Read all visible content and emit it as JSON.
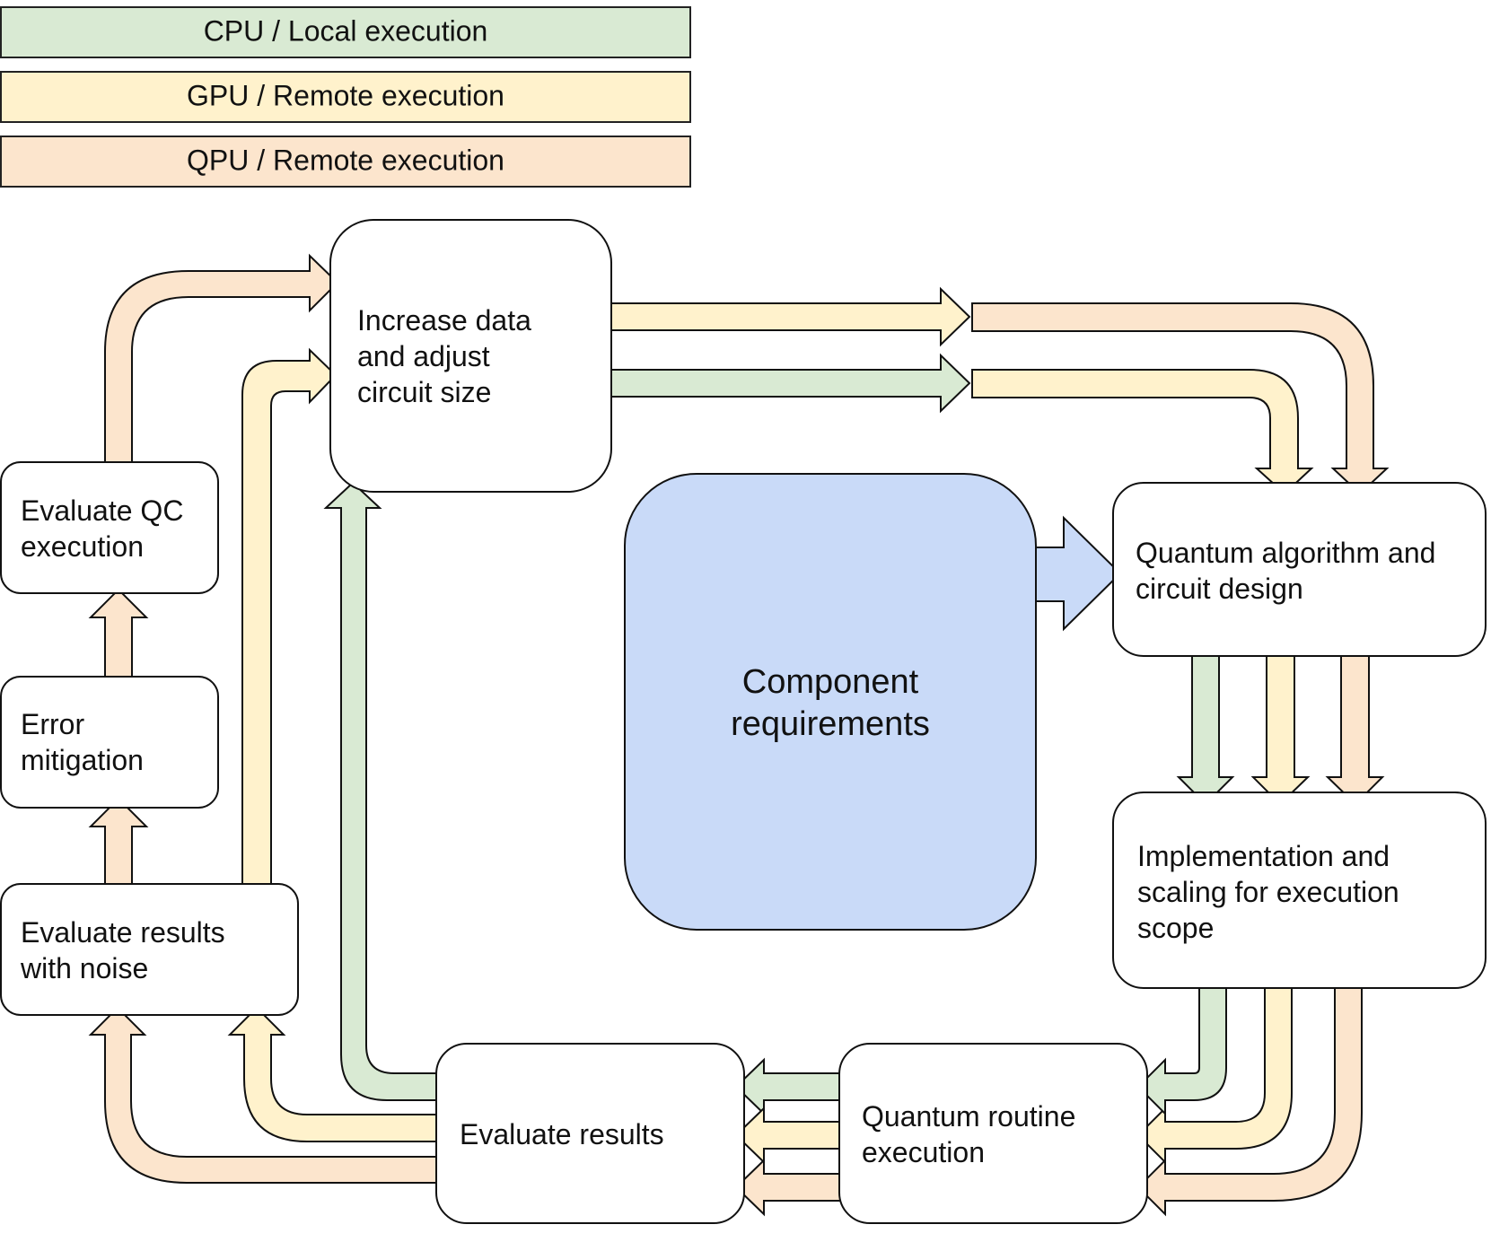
{
  "colors": {
    "cpu": "#d9ead3",
    "gpu": "#fff2cc",
    "qpu": "#fce5cd",
    "component": "#c9daf8",
    "stroke": "#111111"
  },
  "legend": {
    "cpu": "CPU / Local execution",
    "gpu": "GPU / Remote execution",
    "qpu": "QPU / Remote execution"
  },
  "nodes": {
    "increase_data": [
      "Increase data",
      "and adjust",
      "circuit size"
    ],
    "evaluate_qc": [
      "Evaluate QC",
      "execution"
    ],
    "error_mitigation": [
      "Error",
      "mitigation"
    ],
    "evaluate_noise": [
      "Evaluate results",
      "with noise"
    ],
    "algorithm_design": [
      "Quantum algorithm and",
      "circuit design"
    ],
    "implementation": [
      "Implementation and",
      "scaling for execution",
      "scope"
    ],
    "routine_execution": [
      "Quantum routine",
      "execution"
    ],
    "evaluate_results": [
      "Evaluate results"
    ],
    "component": [
      "Component",
      "requirements"
    ]
  }
}
